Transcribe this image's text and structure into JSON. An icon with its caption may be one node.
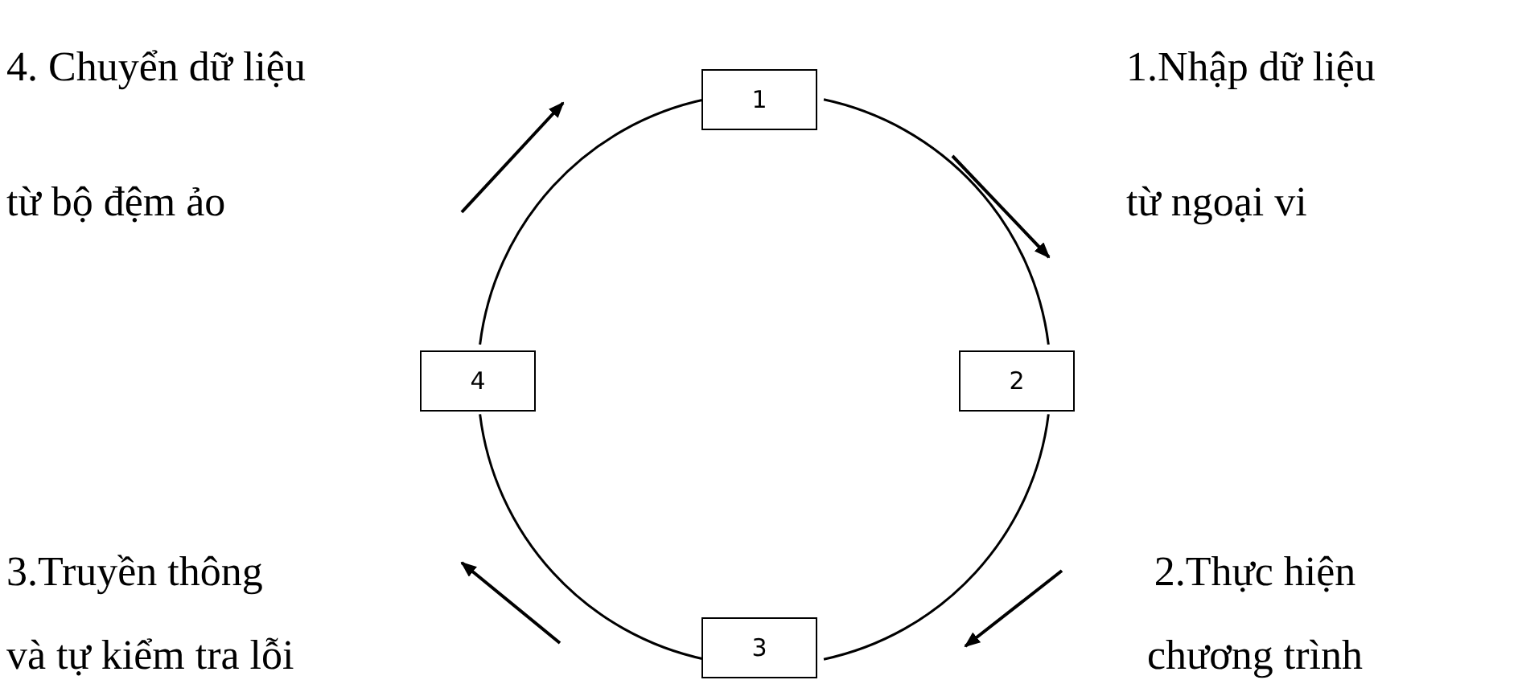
{
  "diagram": {
    "nodes": [
      {
        "text": [
          "1"
        ]
      },
      {
        "text": [
          "4"
        ]
      },
      {
        "text": [
          "2"
        ]
      },
      {
        "text": [
          "3"
        ]
      }
    ],
    "edges": [
      {
        "from": 0,
        "to": 2,
        "arrow": "none"
      },
      {
        "from": 2,
        "to": 3,
        "arrow": "none"
      },
      {
        "from": 3,
        "to": 1,
        "arrow": "none"
      },
      {
        "from": 1,
        "to": 0,
        "arrow": "none"
      }
    ],
    "labels": [
      "4. Chuyển dữ liệu từ bộ đệm ảo",
      "1.Nhập dữ liệu từ ngoại vi",
      "3.Truyền thông và tự kiểm tra lỗi",
      "2.Thực hiện chương trình"
    ]
  }
}
